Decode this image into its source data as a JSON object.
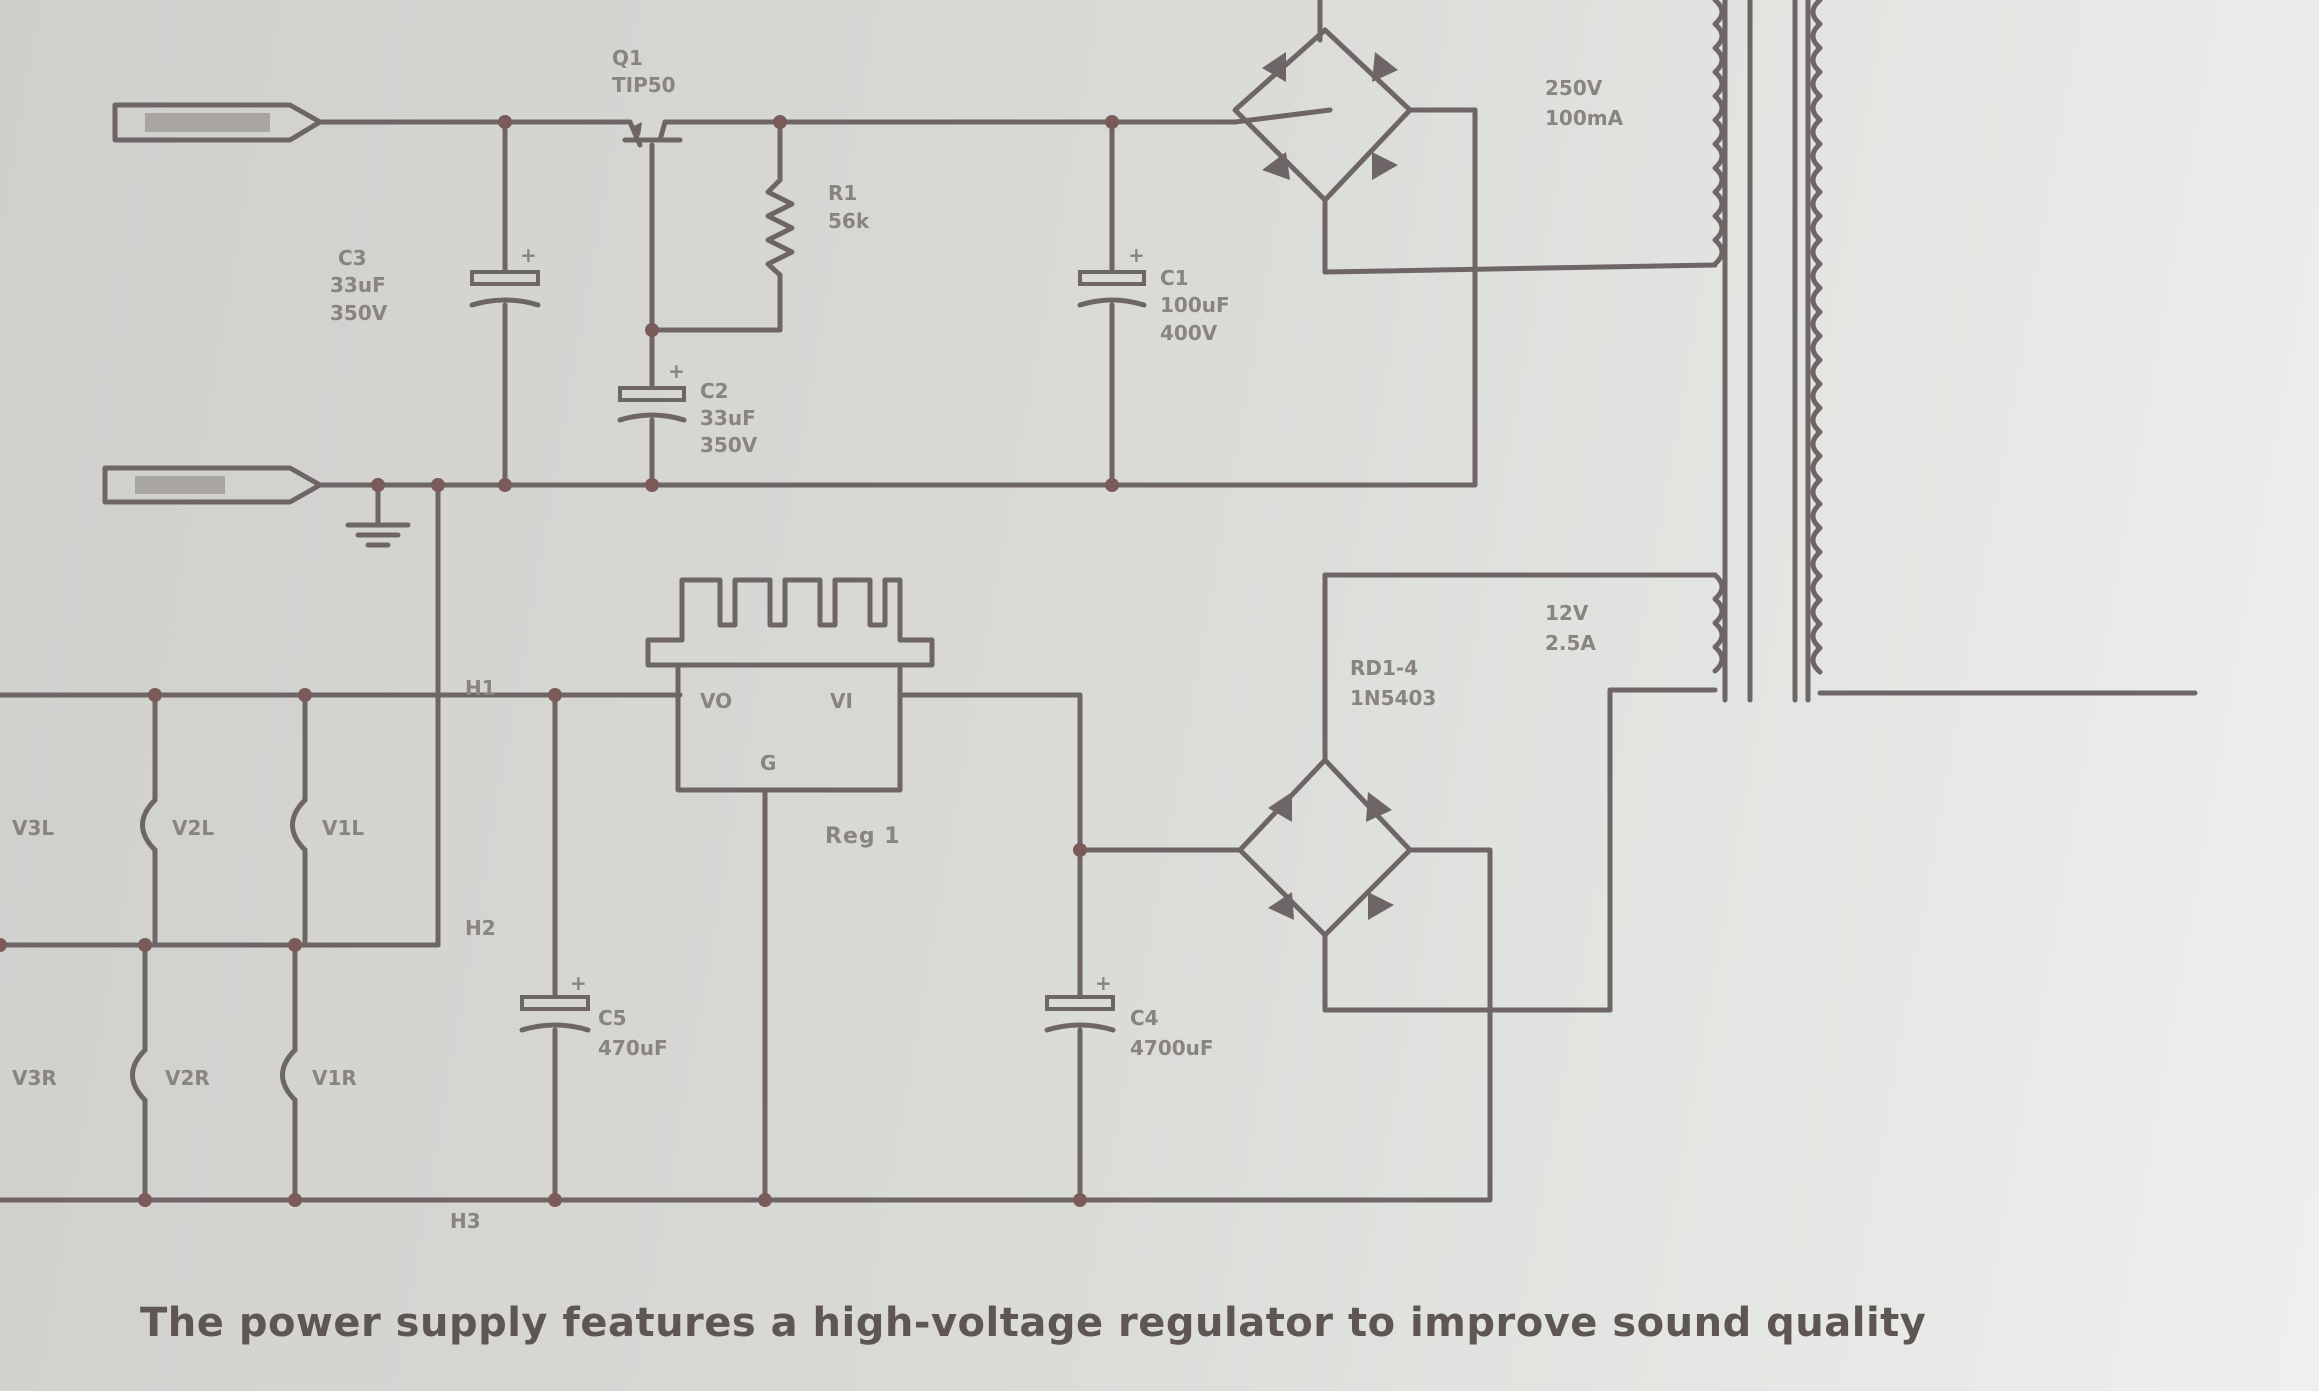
{
  "components": {
    "q1": {
      "ref": "Q1",
      "value": "TIP50"
    },
    "r1": {
      "ref": "R1",
      "value": "56k"
    },
    "c1": {
      "ref": "C1",
      "value": "100uF",
      "voltage": "400V"
    },
    "c2": {
      "ref": "C2",
      "value": "33uF",
      "voltage": "350V"
    },
    "c3": {
      "ref": "C3",
      "value": "33uF",
      "voltage": "350V"
    },
    "c5": {
      "ref": "C5",
      "value": "470uF"
    },
    "c4": {
      "ref": "C4",
      "value": "4700uF"
    },
    "transformer_hv": {
      "voltage": "250V",
      "current": "100mA"
    },
    "transformer_lv": {
      "voltage": "12V",
      "current": "2.5A"
    },
    "bridge_lv": {
      "ref": "RD1-4",
      "value": "1N5403"
    },
    "reg1": {
      "ref": "Reg 1",
      "pin_out": "VO",
      "pin_in": "VI",
      "pin_gnd": "G"
    },
    "heaters": {
      "h1": "H1",
      "h2": "H2",
      "h3": "H3",
      "v3l": "V3L",
      "v2l": "V2L",
      "v1l": "V1L",
      "v3r": "V3R",
      "v2r": "V2R",
      "v1r": "V1R"
    }
  },
  "caption": "The power supply features a high-voltage regulator to improve sound quality"
}
